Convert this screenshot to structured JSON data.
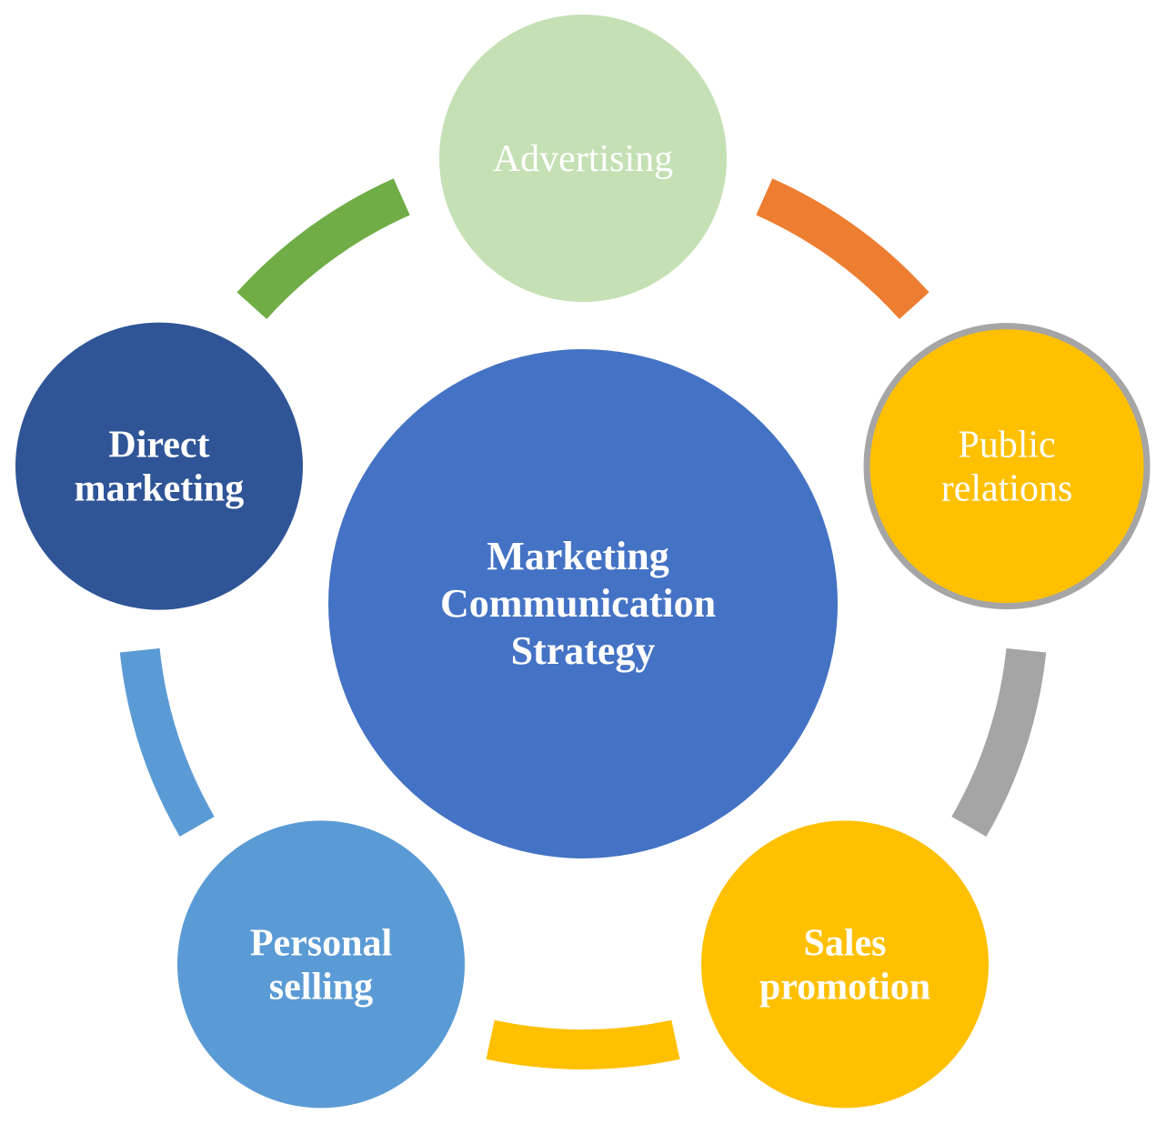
{
  "diagram": {
    "center": {
      "lines": [
        "Marketing",
        "Communication",
        "Strategy"
      ],
      "color": "#4472C4"
    },
    "nodes": [
      {
        "id": "advertising",
        "lines": [
          "Advertising"
        ],
        "fill": "#C5E0B4",
        "bold": false
      },
      {
        "id": "public-relations",
        "lines": [
          "Public",
          "relations"
        ],
        "fill": "#FFC000",
        "stroke": "#A5A5A5",
        "bold": false
      },
      {
        "id": "sales-promotion",
        "lines": [
          "Sales",
          "promotion"
        ],
        "fill": "#FFC000",
        "bold": true
      },
      {
        "id": "personal-selling",
        "lines": [
          "Personal",
          "selling"
        ],
        "fill": "#5B9BD5",
        "bold": true
      },
      {
        "id": "direct-marketing",
        "lines": [
          "Direct",
          "marketing"
        ],
        "fill": "#2F5597",
        "bold": true
      }
    ],
    "connectors": [
      {
        "from": "advertising",
        "to": "public-relations",
        "color": "#ED7D31"
      },
      {
        "from": "public-relations",
        "to": "sales-promotion",
        "color": "#A5A5A5"
      },
      {
        "from": "sales-promotion",
        "to": "personal-selling",
        "color": "#FFC000"
      },
      {
        "from": "personal-selling",
        "to": "direct-marketing",
        "color": "#5B9BD5"
      },
      {
        "from": "direct-marketing",
        "to": "advertising",
        "color": "#70AD47"
      }
    ]
  }
}
